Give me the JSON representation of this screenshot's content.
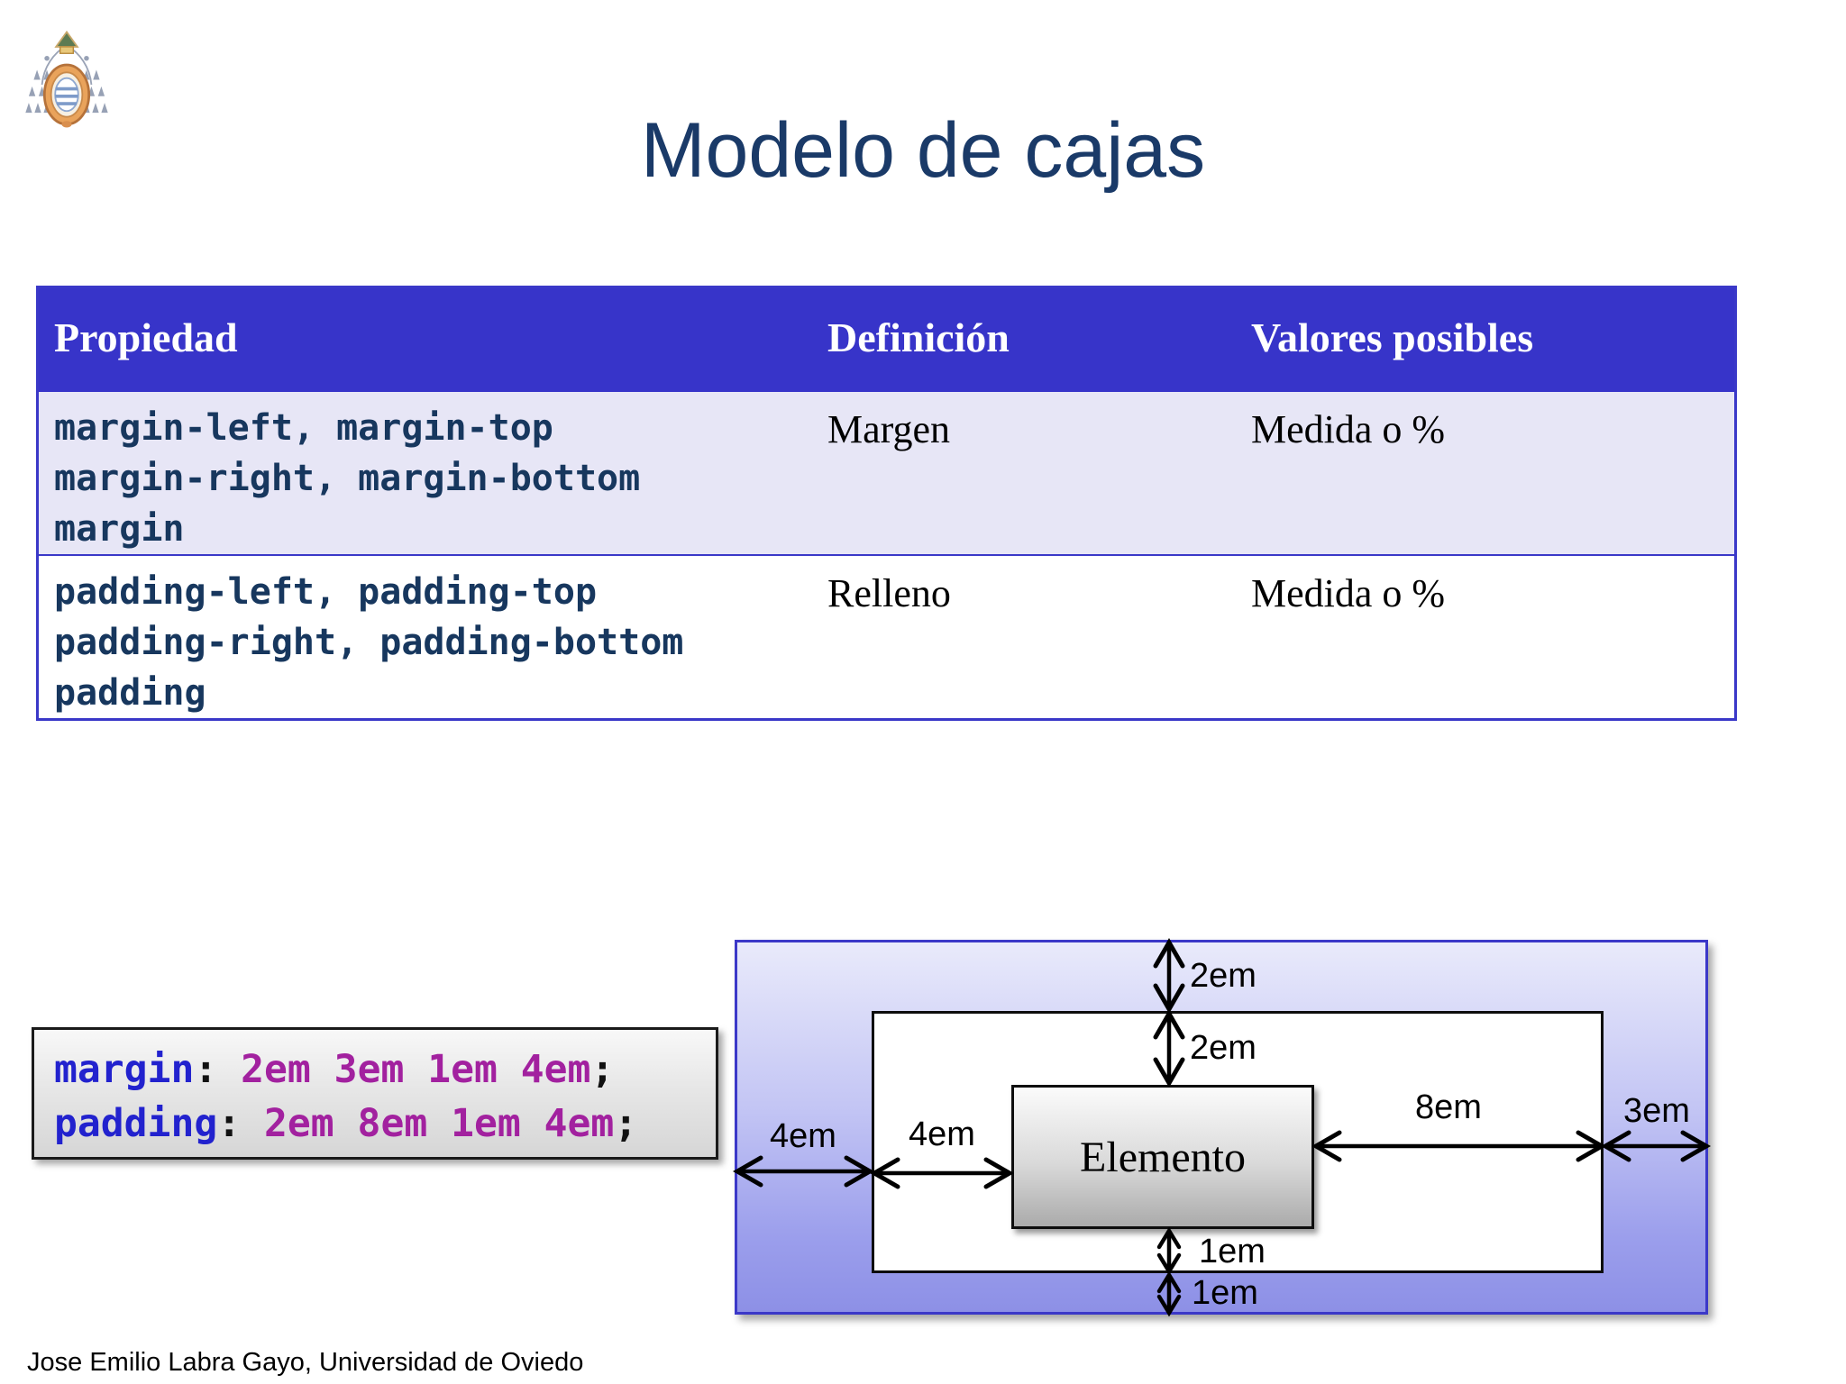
{
  "slide": {
    "title": "Modelo de cajas",
    "footer": "Jose Emilio Labra Gayo, Universidad de Oviedo"
  },
  "logo": {
    "name": "universidad-de-oviedo-crest"
  },
  "table": {
    "headers": [
      "Propiedad",
      "Definición",
      "Valores posibles"
    ],
    "rows": [
      {
        "property_lines": [
          "margin-left, margin-top",
          "margin-right, margin-bottom",
          "margin"
        ],
        "definition": "Margen",
        "values": "Medida o %"
      },
      {
        "property_lines": [
          "padding-left, padding-top",
          "padding-right, padding-bottom",
          "padding"
        ],
        "definition": "Relleno",
        "values": "Medida o %"
      }
    ]
  },
  "code": {
    "lines": [
      {
        "property": "margin",
        "separator": ": ",
        "value": "2em 3em 1em 4em",
        "terminator": ";"
      },
      {
        "property": "padding",
        "separator": ": ",
        "value": "2em 8em 1em 4em",
        "terminator": ";"
      }
    ]
  },
  "diagram": {
    "element_label": "Elemento",
    "labels": {
      "margin_top": "2em",
      "padding_top": "2em",
      "margin_left": "4em",
      "padding_left": "4em",
      "padding_right": "8em",
      "margin_right": "3em",
      "padding_bottom": "1em",
      "margin_bottom": "1em"
    }
  },
  "colors": {
    "header_blue": "#3734c9",
    "table_border_blue": "#3a38c8",
    "row_alt_lavender": "#e7e6f6",
    "title_navy": "#1a3a68",
    "mono_navy": "#17375e",
    "code_keyword_blue": "#2222ce",
    "code_value_purple": "#a2219f",
    "margin_fill_top": "#e9eafb",
    "margin_fill_bottom": "#8d90e6"
  }
}
